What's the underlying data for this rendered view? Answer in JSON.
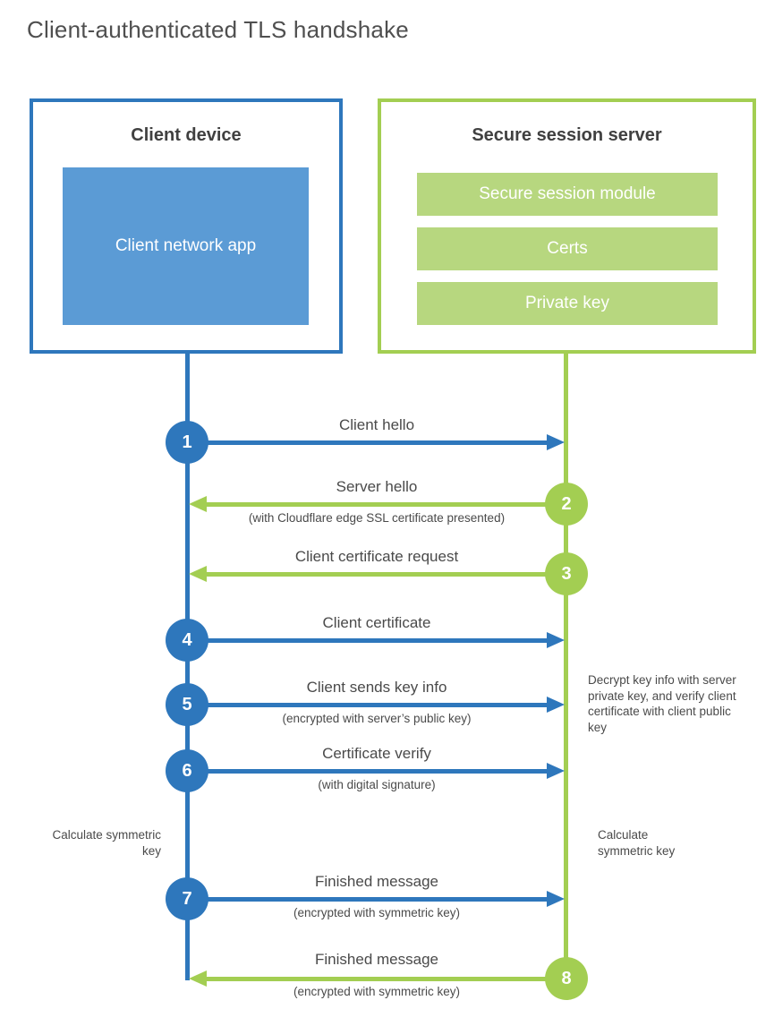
{
  "title": "Client-authenticated TLS handshake",
  "client": {
    "title": "Client device",
    "app_label": "Client network app"
  },
  "server": {
    "title": "Secure session server",
    "modules": [
      "Secure session module",
      "Certs",
      "Private key"
    ]
  },
  "messages": [
    {
      "step": "1",
      "label": "Client hello",
      "sublabel": "",
      "direction": "right",
      "from": "client",
      "to": "server"
    },
    {
      "step": "2",
      "label": "Server hello",
      "sublabel": "(with Cloudflare edge SSL certificate presented)",
      "direction": "left",
      "from": "server",
      "to": "client"
    },
    {
      "step": "3",
      "label": "Client certificate request",
      "sublabel": "",
      "direction": "left",
      "from": "server",
      "to": "client"
    },
    {
      "step": "4",
      "label": "Client certificate",
      "sublabel": "",
      "direction": "right",
      "from": "client",
      "to": "server"
    },
    {
      "step": "5",
      "label": "Client sends key info",
      "sublabel": "(encrypted with server’s public key)",
      "direction": "right",
      "from": "client",
      "to": "server"
    },
    {
      "step": "6",
      "label": "Certificate verify",
      "sublabel": "(with digital signature)",
      "direction": "right",
      "from": "client",
      "to": "server"
    },
    {
      "step": "7",
      "label": "Finished message",
      "sublabel": "(encrypted with symmetric key)",
      "direction": "right",
      "from": "client",
      "to": "server"
    },
    {
      "step": "8",
      "label": "Finished message",
      "sublabel": "(encrypted with symmetric key)",
      "direction": "left",
      "from": "server",
      "to": "client"
    }
  ],
  "annotations": {
    "left_calc": "Calculate symmetric key",
    "right_calc": "Calculate symmetric key",
    "decrypt_note": "Decrypt key info with server private key, and verify client certificate with client public key"
  },
  "colors": {
    "blue": "#2e77bc",
    "blue_fill": "#5b9bd5",
    "green": "#a3ce52",
    "green_fill": "#b7d77f"
  }
}
